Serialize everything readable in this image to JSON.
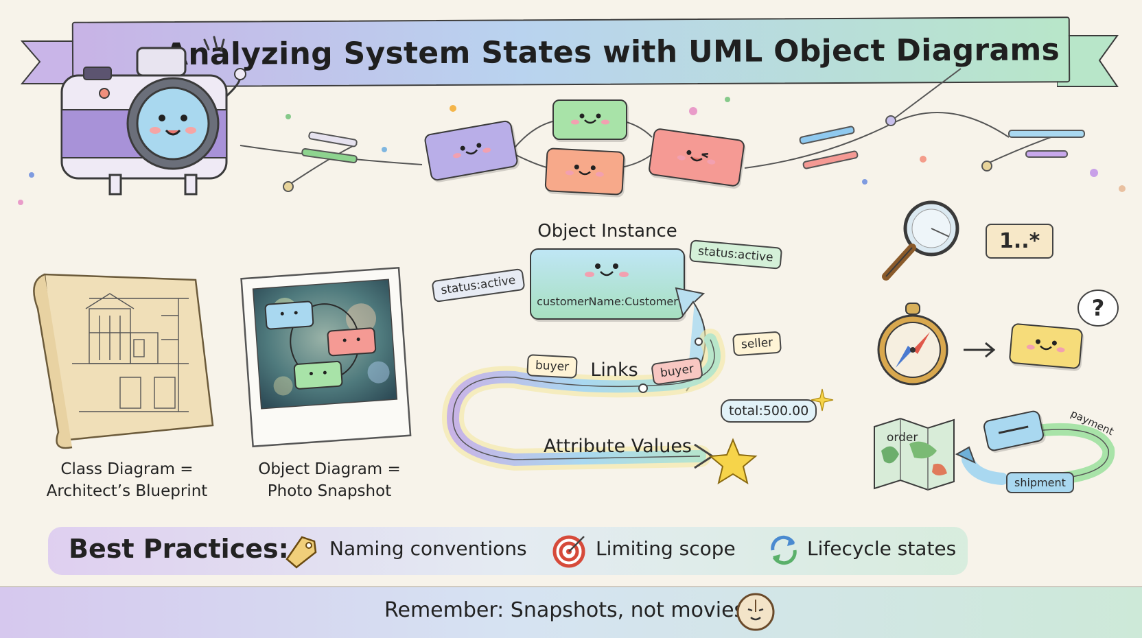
{
  "title": "Analyzing System States with UML Object Diagrams",
  "comparisons": {
    "class_diagram": {
      "line1": "Class Diagram =",
      "line2": "Architect’s Blueprint"
    },
    "object_diagram": {
      "line1": "Object Diagram =",
      "line2": "Photo Snapshot"
    }
  },
  "center": {
    "object_instance_label": "Object Instance",
    "instance_name": "customerName:Customer",
    "tag_left": "status:active",
    "tag_right": "status:active",
    "seller": "seller",
    "buyer_left": "buyer",
    "buyer_right": "buyer",
    "links_label": "Links",
    "total": "total:500.00",
    "attribute_values_label": "Attribute Values"
  },
  "right": {
    "multiplicity": "1..*",
    "question": "?",
    "order": "order",
    "payment": "payment",
    "shipment": "shipment"
  },
  "best_practices": {
    "heading": "Best Practices:",
    "items": [
      {
        "label": "Naming conventions",
        "icon": "tag-icon"
      },
      {
        "label": "Limiting scope",
        "icon": "target-icon"
      },
      {
        "label": "Lifecycle states",
        "icon": "cycle-icon"
      }
    ]
  },
  "footer": {
    "text": "Remember: Snapshots, not movies!"
  },
  "colors": {
    "purple": "#b9aee8",
    "green": "#a8e3a8",
    "orange": "#f7a98a",
    "red": "#f59a94",
    "blue": "#a9d8f0",
    "yellow": "#f6dc7a"
  }
}
